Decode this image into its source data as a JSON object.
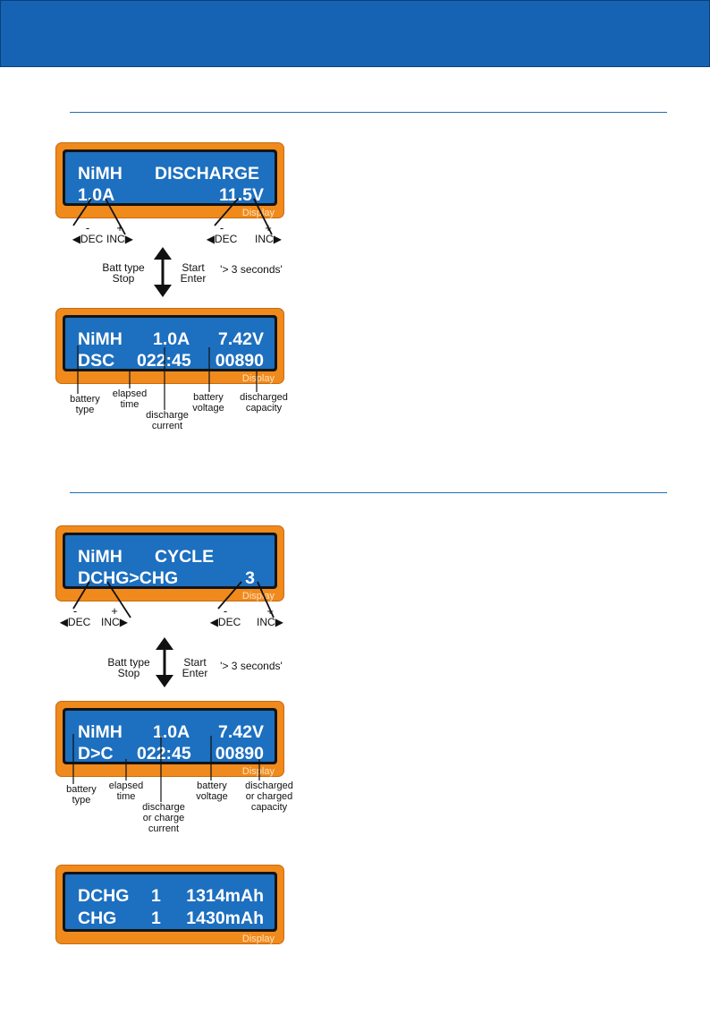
{
  "display_tag": "Display",
  "buttons": {
    "minus": "-",
    "plus": "+",
    "dec": "◀DEC",
    "inc": "INC▶"
  },
  "controls": {
    "left": "Batt type\nStop",
    "right": "Start\nEnter",
    "hold": "'> 3 seconds'"
  },
  "discharge": {
    "setup": {
      "line1": [
        "NiMH",
        "DISCHARGE"
      ],
      "line2": [
        "1.0A",
        "11.5V"
      ]
    },
    "run": {
      "line1": [
        "NiMH",
        "1.0A",
        "7.42V"
      ],
      "line2": [
        "DSC",
        "022:45",
        "00890"
      ]
    },
    "labels": {
      "battery_type": "battery\ntype",
      "elapsed": "elapsed\ntime",
      "current": "discharge\ncurrent",
      "voltage": "battery\nvoltage",
      "capacity": "discharged\ncapacity"
    }
  },
  "cycle": {
    "setup": {
      "line1": [
        "NiMH",
        "CYCLE"
      ],
      "line2": [
        "DCHG>CHG",
        "3"
      ]
    },
    "run": {
      "line1": [
        "NiMH",
        "1.0A",
        "7.42V"
      ],
      "line2": [
        "D>C",
        "022:45",
        "00890"
      ]
    },
    "labels": {
      "battery_type": "battery\ntype",
      "elapsed": "elapsed\ntime",
      "current": "discharge\nor charge\ncurrent",
      "voltage": "battery\nvoltage",
      "capacity": "discharged\nor charged\ncapacity"
    },
    "result": {
      "line1": [
        "DCHG",
        "1",
        "1314mAh"
      ],
      "line2": [
        "CHG",
        "1",
        "1430mAh"
      ]
    }
  }
}
